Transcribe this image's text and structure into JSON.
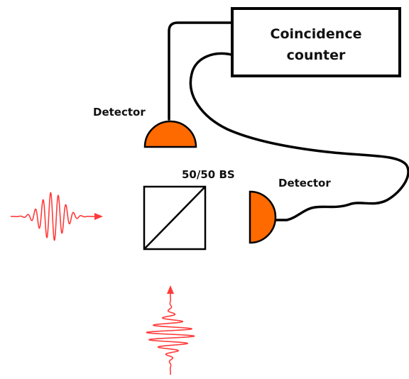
{
  "coincidence_counter": {
    "line1": "Coincidence",
    "line2": "counter"
  },
  "detector_top": {
    "label": "Detector"
  },
  "beam_splitter": {
    "label": "50/50 BS"
  },
  "detector_right": {
    "label": "Detector"
  },
  "colors": {
    "detector_fill": "#ff6a00",
    "photon_wave": "#ff3b3b",
    "outline": "#000000"
  }
}
